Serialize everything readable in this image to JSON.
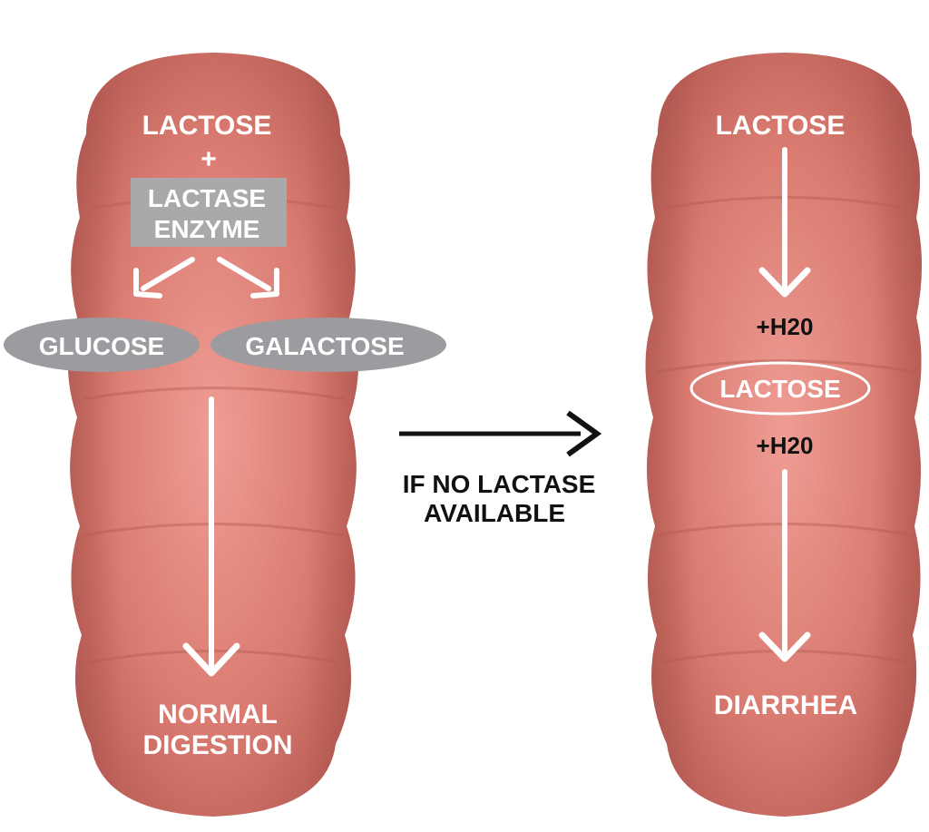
{
  "left_panel": {
    "lactose": "LACTOSE",
    "plus": "+",
    "enzyme_line1": "LACTASE",
    "enzyme_line2": "ENZYME",
    "product1": "GLUCOSE",
    "product2": "GALACTOSE",
    "result_line1": "NORMAL",
    "result_line2": "DIGESTION"
  },
  "transition": {
    "line1": "IF NO LACTASE",
    "line2": "AVAILABLE"
  },
  "right_panel": {
    "lactose_top": "LACTOSE",
    "water_top": "+H20",
    "lactose_middle": "LACTOSE",
    "water_bottom": "+H20",
    "result": "DIARRHEA"
  },
  "colors": {
    "intestine_light": "#ec948c",
    "intestine_mid": "#d9766d",
    "intestine_dark": "#b35a52",
    "enzyme_box": "#a9a9ab",
    "product_ellipse": "#9c9ca0",
    "arrow": "#ffffff",
    "text_dark": "#111111"
  }
}
